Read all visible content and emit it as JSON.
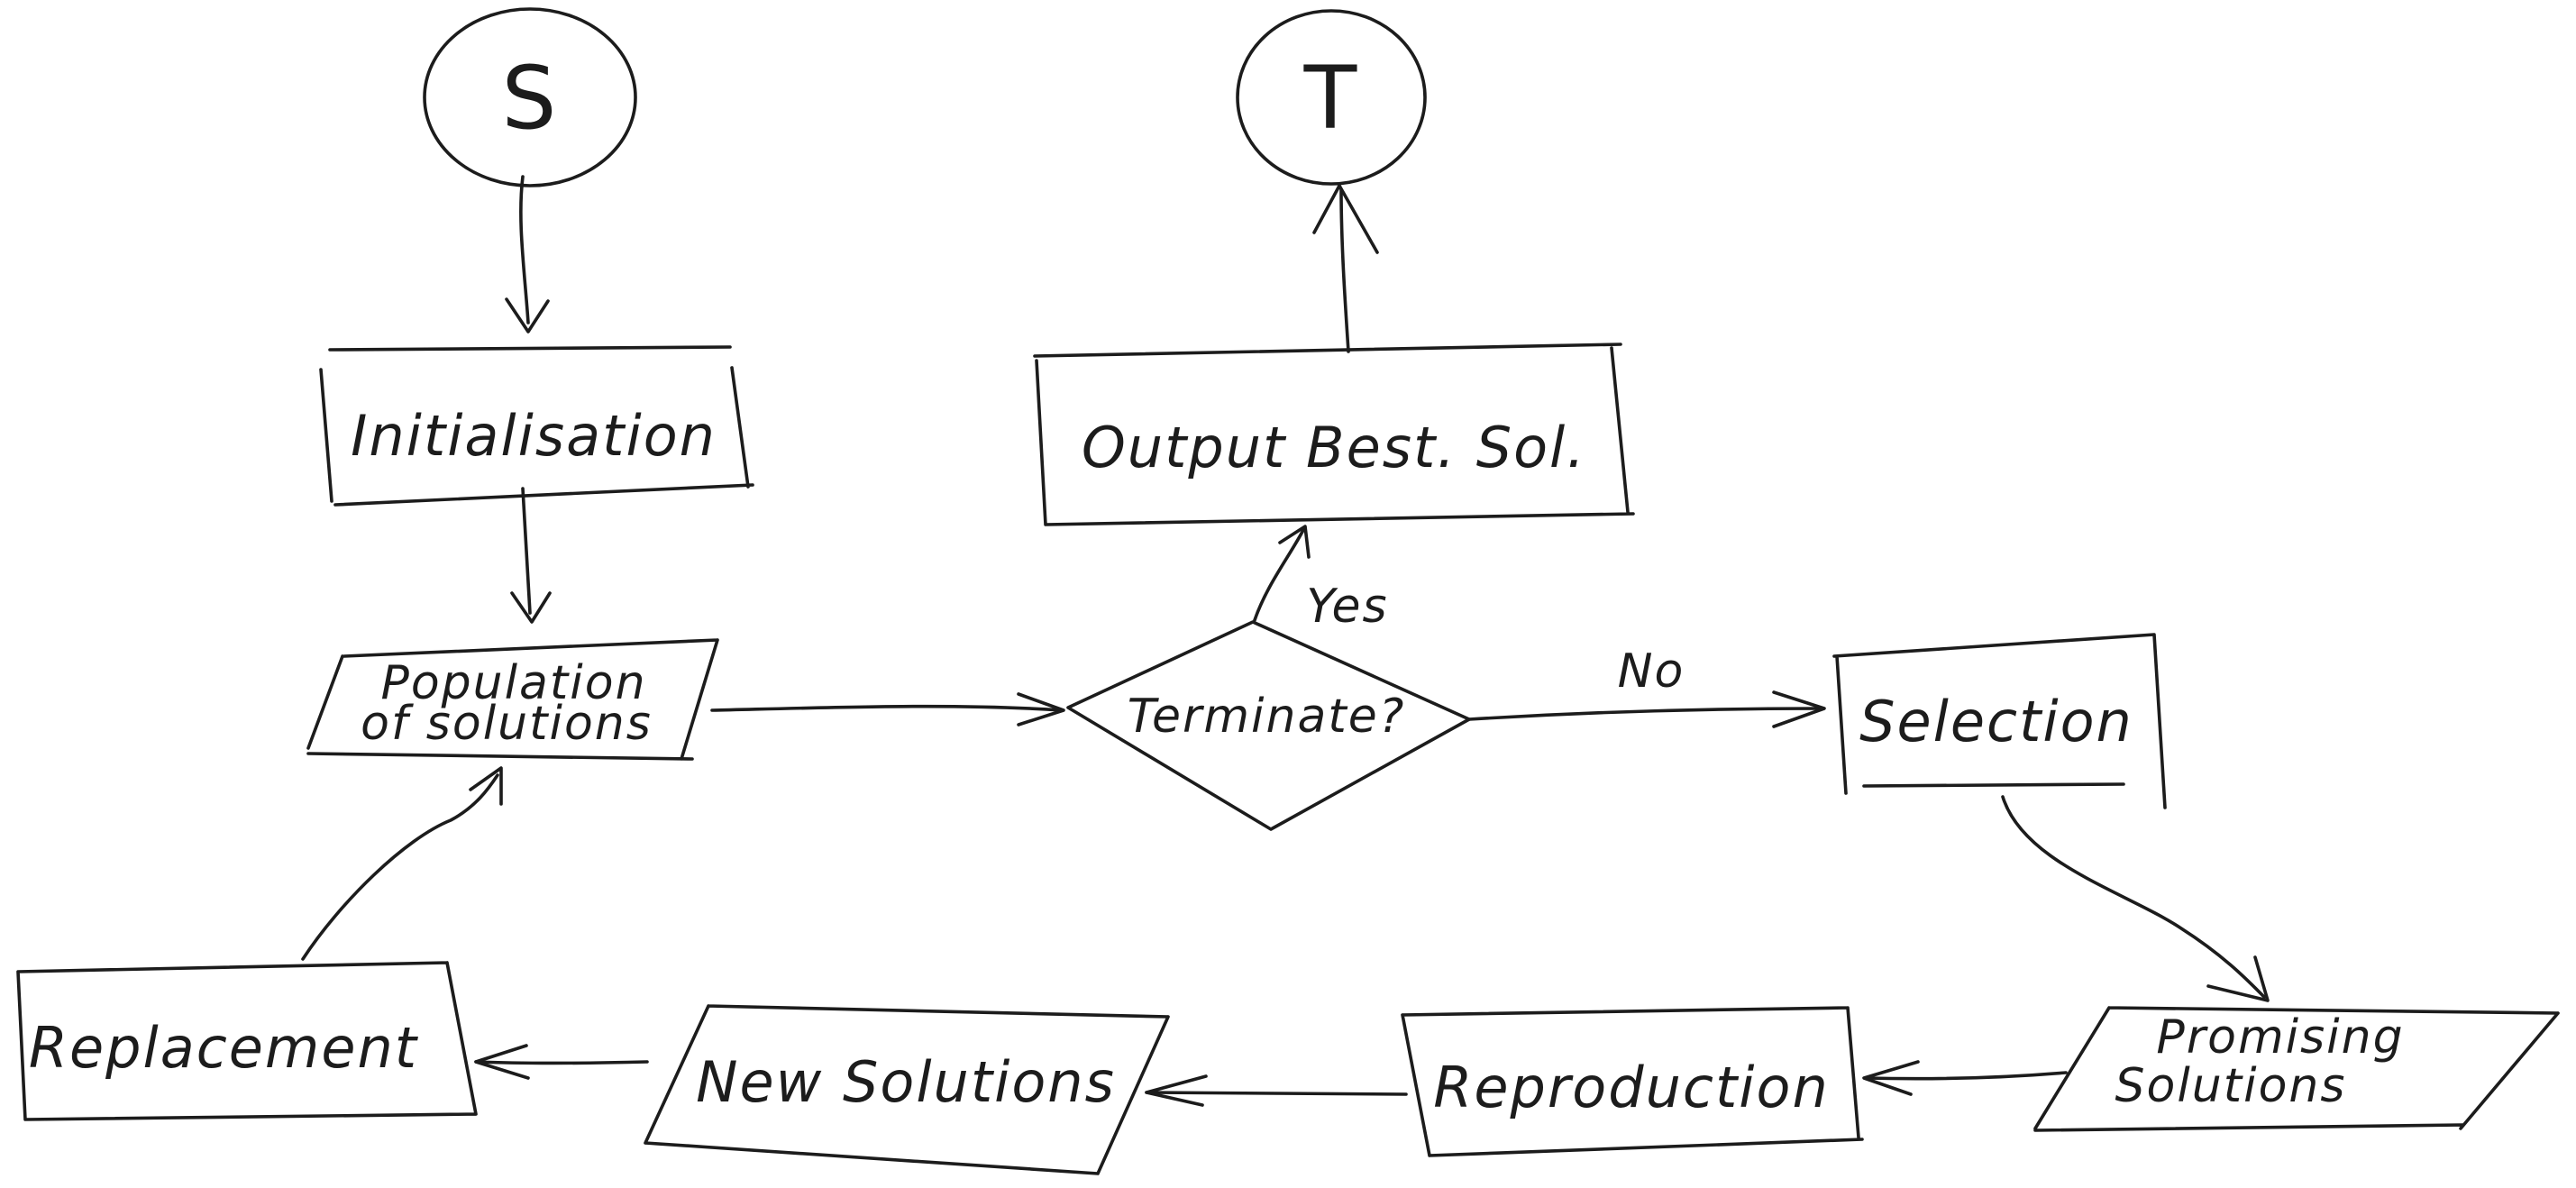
{
  "nodes": {
    "start": "S",
    "end": "T",
    "initialisation": "Initialisation",
    "output": "Output Best. Sol.",
    "population_line1": "Population",
    "population_line2": "of solutions",
    "terminate": "Terminate?",
    "selection": "Selection",
    "promising_line1": "Promising",
    "promising_line2": "Solutions",
    "reproduction": "Reproduction",
    "new_solutions": "New Solutions",
    "replacement": "Replacement"
  },
  "edges": {
    "yes": "Yes",
    "no": "No"
  },
  "colors": {
    "ink": "#1c1c1c",
    "paper": "#ffffff"
  }
}
